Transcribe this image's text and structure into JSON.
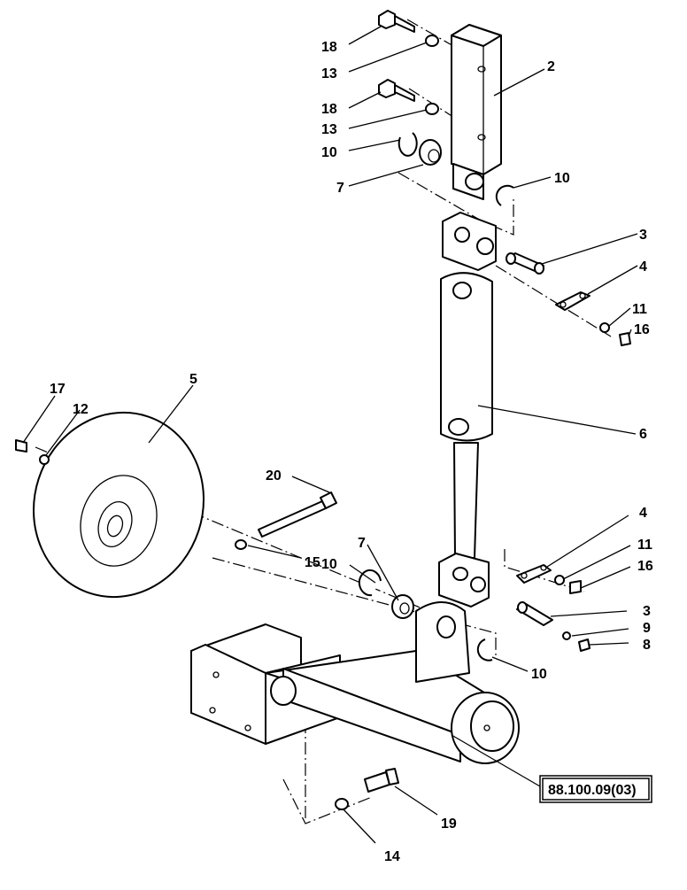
{
  "diagram": {
    "labels": [
      {
        "id": "l18a",
        "text": "18"
      },
      {
        "id": "l13a",
        "text": "13"
      },
      {
        "id": "l2",
        "text": "2"
      },
      {
        "id": "l18b",
        "text": "18"
      },
      {
        "id": "l13b",
        "text": "13"
      },
      {
        "id": "l10a",
        "text": "10"
      },
      {
        "id": "l7a",
        "text": "7"
      },
      {
        "id": "l10b",
        "text": "10"
      },
      {
        "id": "l3a",
        "text": "3"
      },
      {
        "id": "l4a",
        "text": "4"
      },
      {
        "id": "l11a",
        "text": "11"
      },
      {
        "id": "l16a",
        "text": "16"
      },
      {
        "id": "l17",
        "text": "17"
      },
      {
        "id": "l12",
        "text": "12"
      },
      {
        "id": "l5",
        "text": "5"
      },
      {
        "id": "l6",
        "text": "6"
      },
      {
        "id": "l20",
        "text": "20"
      },
      {
        "id": "l15",
        "text": "15"
      },
      {
        "id": "l7b",
        "text": "7"
      },
      {
        "id": "l10c",
        "text": "10"
      },
      {
        "id": "l4b",
        "text": "4"
      },
      {
        "id": "l11b",
        "text": "11"
      },
      {
        "id": "l16b",
        "text": "16"
      },
      {
        "id": "l3b",
        "text": "3"
      },
      {
        "id": "l9",
        "text": "9"
      },
      {
        "id": "l8",
        "text": "8"
      },
      {
        "id": "l10d",
        "text": "10"
      },
      {
        "id": "l19",
        "text": "19"
      },
      {
        "id": "l14",
        "text": "14"
      }
    ],
    "reference": "88.100.09(03)"
  }
}
